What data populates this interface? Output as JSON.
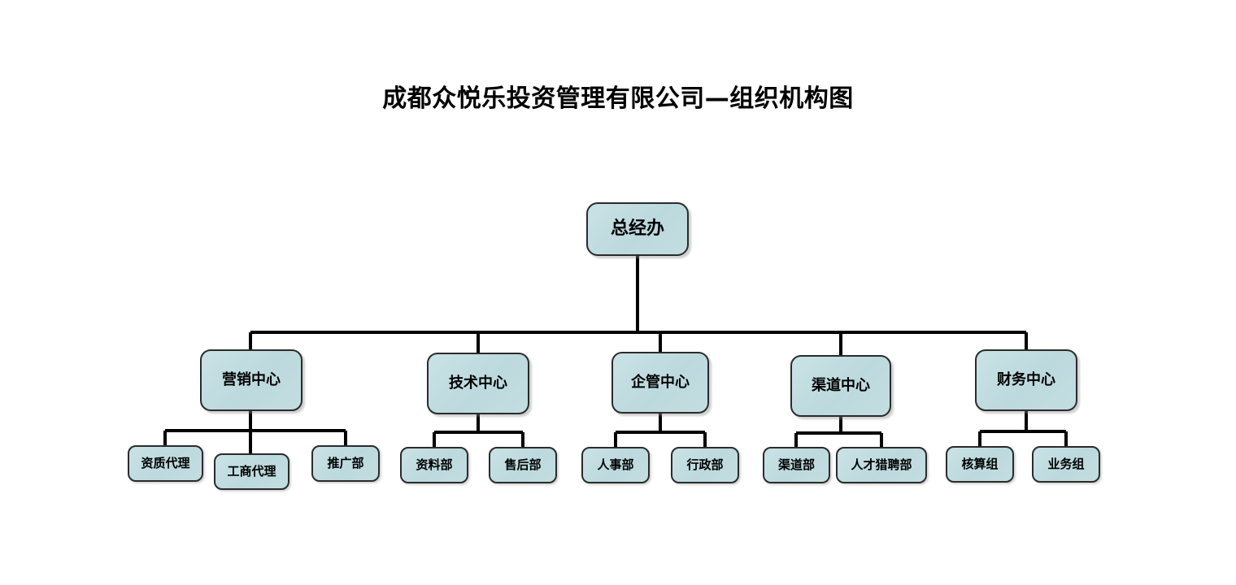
{
  "title": "成都众悦乐投资管理有限公司—组织机构图",
  "colors": {
    "node_fill": "#c3dee1",
    "node_border": "#2b2b2b",
    "connector": "#000000",
    "background": "#ffffff",
    "text": "#000000"
  },
  "chart_data": {
    "type": "diagram",
    "diagram_kind": "organization-chart",
    "orientation": "top-down",
    "title": "成都众悦乐投资管理有限公司—组织机构图",
    "levels": 3,
    "node_count": 17,
    "root": {
      "id": "root",
      "label": "总经办"
    },
    "centers": [
      {
        "id": "c1",
        "label": "营销中心"
      },
      {
        "id": "c2",
        "label": "技术中心"
      },
      {
        "id": "c3",
        "label": "企管中心"
      },
      {
        "id": "c4",
        "label": "渠道中心"
      },
      {
        "id": "c5",
        "label": "财务中心"
      }
    ],
    "leaves": [
      {
        "id": "l1",
        "label": "资质代理",
        "parent": "c1"
      },
      {
        "id": "l2",
        "label": "工商代理",
        "parent": "c1"
      },
      {
        "id": "l3",
        "label": "推广部",
        "parent": "c1"
      },
      {
        "id": "l4",
        "label": "资料部",
        "parent": "c2"
      },
      {
        "id": "l5",
        "label": "售后部",
        "parent": "c2"
      },
      {
        "id": "l6",
        "label": "人事部",
        "parent": "c3"
      },
      {
        "id": "l7",
        "label": "行政部",
        "parent": "c3"
      },
      {
        "id": "l8",
        "label": "渠道部",
        "parent": "c4"
      },
      {
        "id": "l9",
        "label": "人才猎聘部",
        "parent": "c4"
      },
      {
        "id": "l10",
        "label": "核算组",
        "parent": "c5"
      },
      {
        "id": "l11",
        "label": "业务组",
        "parent": "c5"
      }
    ],
    "edges": [
      {
        "from": "root",
        "to": "c1"
      },
      {
        "from": "root",
        "to": "c2"
      },
      {
        "from": "root",
        "to": "c3"
      },
      {
        "from": "root",
        "to": "c4"
      },
      {
        "from": "root",
        "to": "c5"
      },
      {
        "from": "c1",
        "to": "l1"
      },
      {
        "from": "c1",
        "to": "l2"
      },
      {
        "from": "c1",
        "to": "l3"
      },
      {
        "from": "c2",
        "to": "l4"
      },
      {
        "from": "c2",
        "to": "l5"
      },
      {
        "from": "c3",
        "to": "l6"
      },
      {
        "from": "c3",
        "to": "l7"
      },
      {
        "from": "c4",
        "to": "l8"
      },
      {
        "from": "c4",
        "to": "l9"
      },
      {
        "from": "c5",
        "to": "l10"
      },
      {
        "from": "c5",
        "to": "l11"
      }
    ]
  }
}
